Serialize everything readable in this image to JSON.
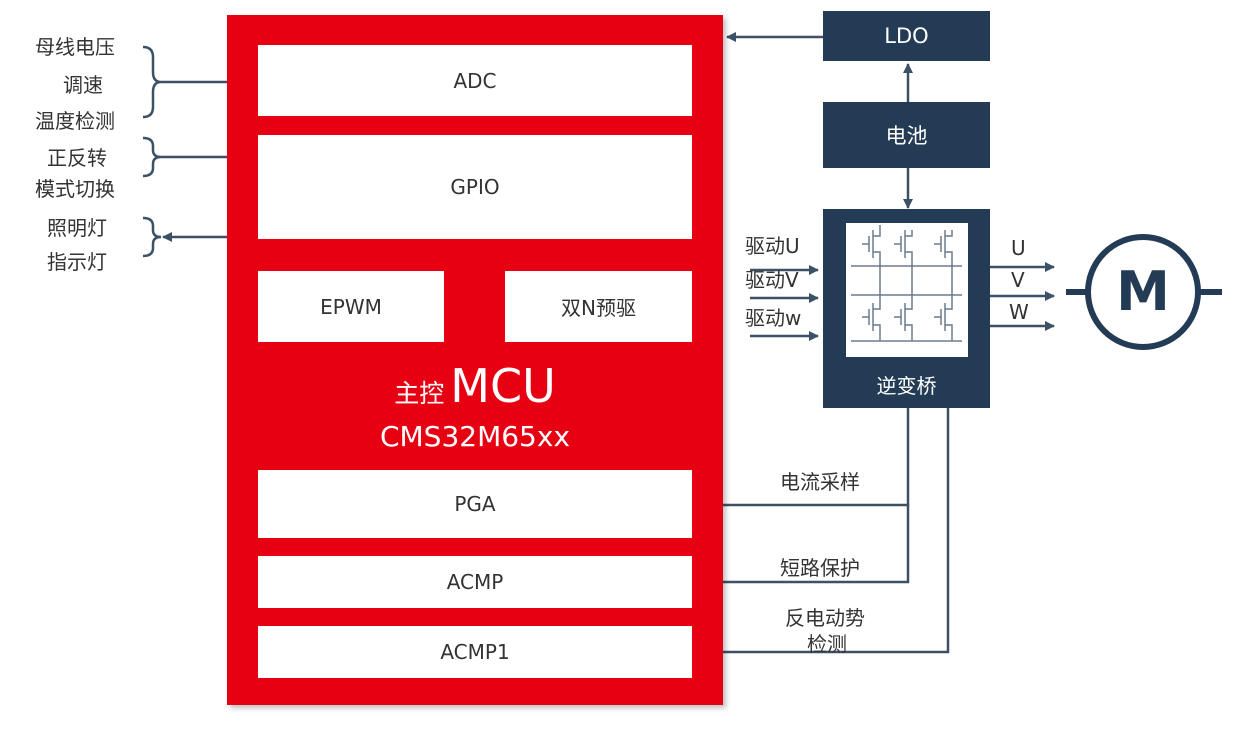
{
  "mcu": {
    "title_prefix": "主控",
    "title_main": "MCU",
    "model": "CMS32M65xx",
    "blocks": {
      "adc": "ADC",
      "gpio": "GPIO",
      "epwm": "EPWM",
      "predriver": "双N预驱",
      "pga": "PGA",
      "acmp": "ACMP",
      "acmp1": "ACMP1"
    }
  },
  "inputs_left": {
    "adc_group": [
      "母线电压",
      "调速",
      "温度检测"
    ],
    "gpio_group": [
      "正反转",
      "模式切换"
    ],
    "out_group": [
      "照明灯",
      "指示灯"
    ]
  },
  "power": {
    "ldo": "LDO",
    "battery": "电池"
  },
  "bridge": {
    "label": "逆变桥",
    "drive_inputs": [
      "驱动U",
      "驱动V",
      "驱动w"
    ],
    "phases": [
      "U",
      "V",
      "W"
    ]
  },
  "motor": {
    "symbol": "M"
  },
  "feedback": {
    "current_sampling": "电流采样",
    "short_protection": "短路保护",
    "bemf_line1": "反电动势",
    "bemf_line2": "检测"
  },
  "colors": {
    "mcu_red": "#e60012",
    "navy": "#243b55",
    "line": "#3d5166"
  }
}
